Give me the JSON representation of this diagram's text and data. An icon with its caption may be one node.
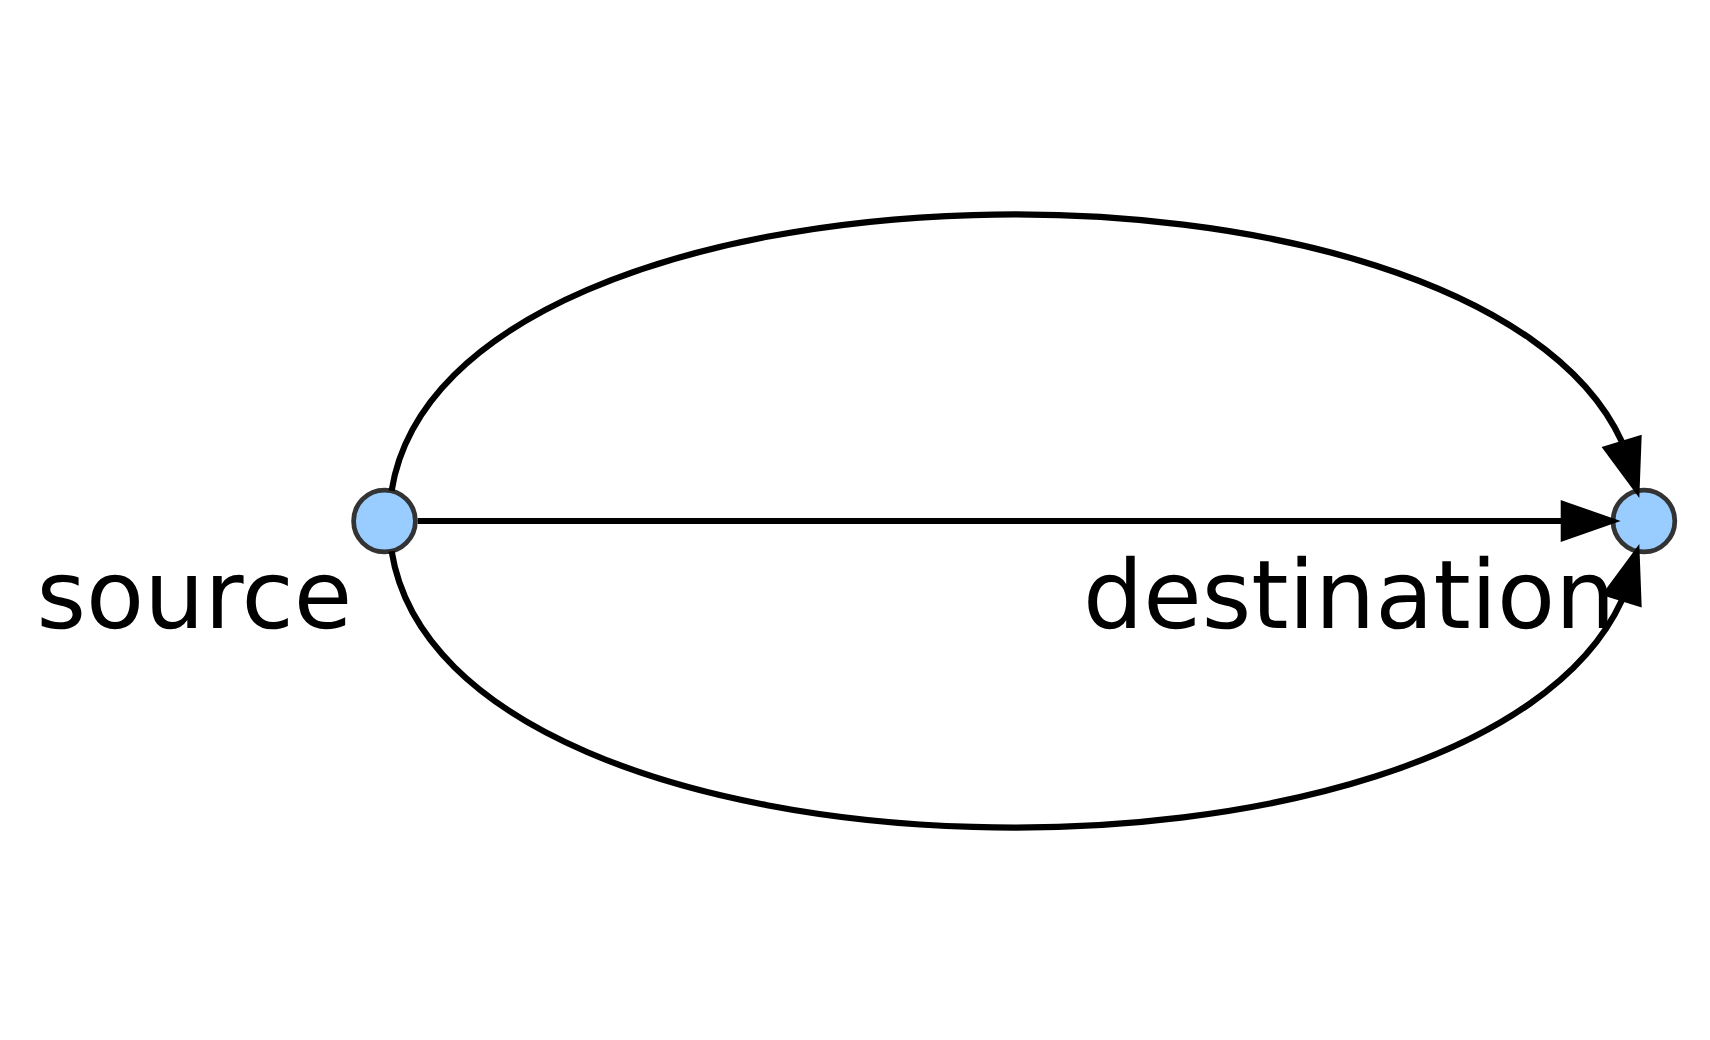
{
  "diagram": {
    "nodes": [
      {
        "text": [],
        "shape": "circle",
        "beside": [
          "source"
        ]
      },
      {
        "text": [],
        "shape": "circle",
        "beside": [
          "destination"
        ]
      }
    ],
    "edges": [
      {
        "from": 0,
        "to": 1,
        "arrow": "to"
      },
      {
        "from": 0,
        "to": 1,
        "arrow": "to"
      },
      {
        "from": 0,
        "to": 1,
        "arrow": "to"
      }
    ]
  }
}
